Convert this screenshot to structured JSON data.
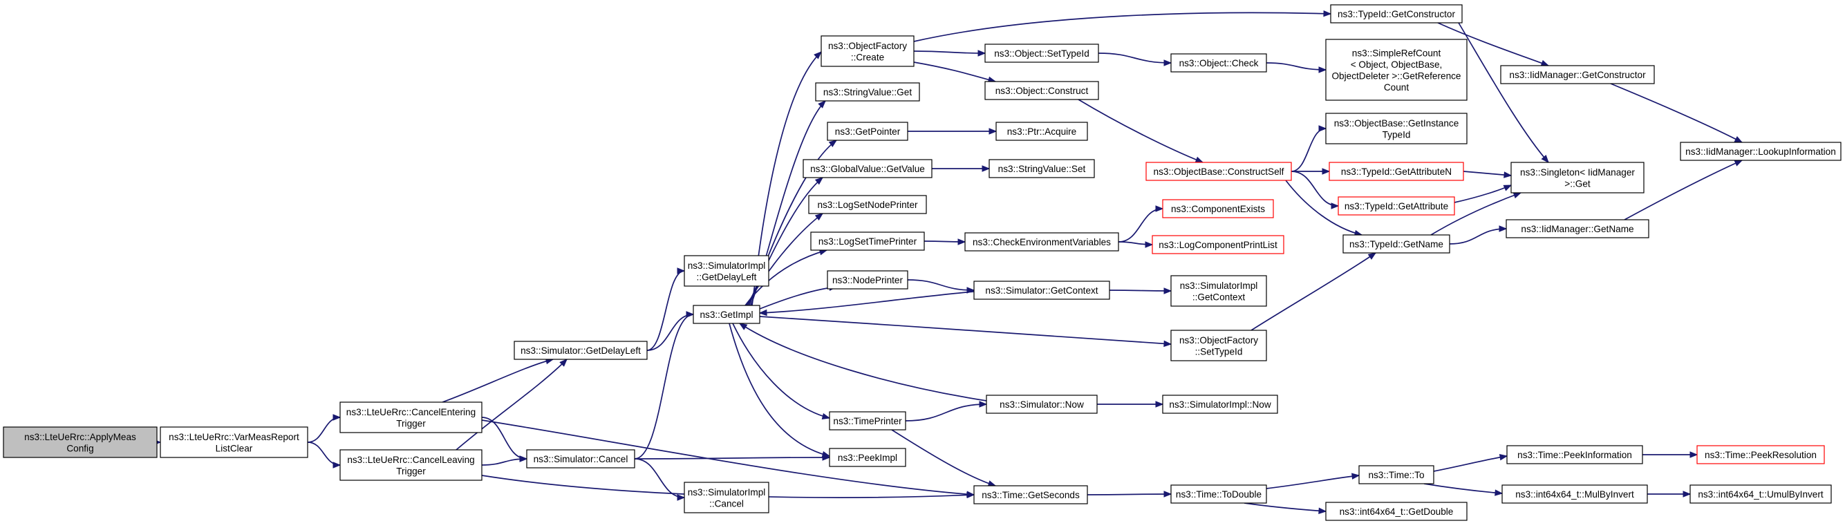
{
  "diagram": {
    "type": "call-graph",
    "colors": {
      "edge": "#191970",
      "node_border": "#000000",
      "node_border_truncated": "#ff0000",
      "root_fill": "#bfbfbf",
      "node_fill": "#ffffff"
    },
    "nodes": [
      {
        "id": "applymeas",
        "lines": [
          "ns3::LteUeRrc::ApplyMeas",
          "Config"
        ],
        "style": "root"
      },
      {
        "id": "varmeas",
        "lines": [
          "ns3::LteUeRrc::VarMeasReport",
          "ListClear"
        ],
        "style": "normal"
      },
      {
        "id": "cancelentering",
        "lines": [
          "ns3::LteUeRrc::CancelEntering",
          "Trigger"
        ],
        "style": "normal"
      },
      {
        "id": "cancelleaving",
        "lines": [
          "ns3::LteUeRrc::CancelLeaving",
          "Trigger"
        ],
        "style": "normal"
      },
      {
        "id": "getdelayleft",
        "lines": [
          "ns3::Simulator::GetDelayLeft"
        ],
        "style": "normal"
      },
      {
        "id": "simcancel",
        "lines": [
          "ns3::Simulator::Cancel"
        ],
        "style": "normal"
      },
      {
        "id": "impldelay",
        "lines": [
          "ns3::SimulatorImpl",
          "::GetDelayLeft"
        ],
        "style": "normal"
      },
      {
        "id": "getimpl",
        "lines": [
          "ns3::GetImpl"
        ],
        "style": "normal"
      },
      {
        "id": "implcancel",
        "lines": [
          "ns3::SimulatorImpl",
          "::Cancel"
        ],
        "style": "normal"
      },
      {
        "id": "objfactcreate",
        "lines": [
          "ns3::ObjectFactory",
          "::Create"
        ],
        "style": "normal"
      },
      {
        "id": "stringvalueget",
        "lines": [
          "ns3::StringValue::Get"
        ],
        "style": "normal"
      },
      {
        "id": "getpointer",
        "lines": [
          "ns3::GetPointer"
        ],
        "style": "normal"
      },
      {
        "id": "globalvalue",
        "lines": [
          "ns3::GlobalValue::GetValue"
        ],
        "style": "normal"
      },
      {
        "id": "lognodeprinter",
        "lines": [
          "ns3::LogSetNodePrinter"
        ],
        "style": "normal"
      },
      {
        "id": "logtimeprinter",
        "lines": [
          "ns3::LogSetTimePrinter"
        ],
        "style": "normal"
      },
      {
        "id": "nodeprinter",
        "lines": [
          "ns3::NodePrinter"
        ],
        "style": "normal"
      },
      {
        "id": "timeprinter",
        "lines": [
          "ns3::TimePrinter"
        ],
        "style": "normal"
      },
      {
        "id": "peekimpl",
        "lines": [
          "ns3::PeekImpl"
        ],
        "style": "normal"
      },
      {
        "id": "getseconds",
        "lines": [
          "ns3::Time::GetSeconds"
        ],
        "style": "normal"
      },
      {
        "id": "settypeid",
        "lines": [
          "ns3::Object::SetTypeId"
        ],
        "style": "normal"
      },
      {
        "id": "objconstruct",
        "lines": [
          "ns3::Object::Construct"
        ],
        "style": "normal"
      },
      {
        "id": "ptracquire",
        "lines": [
          "ns3::Ptr::Acquire"
        ],
        "style": "normal"
      },
      {
        "id": "stringvalueset",
        "lines": [
          "ns3::StringValue::Set"
        ],
        "style": "normal"
      },
      {
        "id": "checkenv",
        "lines": [
          "ns3::CheckEnvironmentVariables"
        ],
        "style": "normal"
      },
      {
        "id": "simgetcontext",
        "lines": [
          "ns3::Simulator::GetContext"
        ],
        "style": "normal"
      },
      {
        "id": "simnow",
        "lines": [
          "ns3::Simulator::Now"
        ],
        "style": "normal"
      },
      {
        "id": "objectcheck",
        "lines": [
          "ns3::Object::Check"
        ],
        "style": "normal"
      },
      {
        "id": "constructself",
        "lines": [
          "ns3::ObjectBase::ConstructSelf"
        ],
        "style": "truncated"
      },
      {
        "id": "componentexists",
        "lines": [
          "ns3::ComponentExists"
        ],
        "style": "truncated"
      },
      {
        "id": "logcomplist",
        "lines": [
          "ns3::LogComponentPrintList"
        ],
        "style": "truncated"
      },
      {
        "id": "implgetcontext",
        "lines": [
          "ns3::SimulatorImpl",
          "::GetContext"
        ],
        "style": "normal"
      },
      {
        "id": "objfactsettypeid",
        "lines": [
          "ns3::ObjectFactory",
          "::SetTypeId"
        ],
        "style": "normal"
      },
      {
        "id": "implnow",
        "lines": [
          "ns3::SimulatorImpl::Now"
        ],
        "style": "normal"
      },
      {
        "id": "todouble",
        "lines": [
          "ns3::Time::ToDouble"
        ],
        "style": "normal"
      },
      {
        "id": "typeidgetconstructor",
        "lines": [
          "ns3::TypeId::GetConstructor"
        ],
        "style": "normal"
      },
      {
        "id": "simplerefcount",
        "lines": [
          "ns3::SimpleRefCount",
          "< Object, ObjectBase,",
          "ObjectDeleter >::GetReference",
          "Count"
        ],
        "style": "normal"
      },
      {
        "id": "getinstancetypeid",
        "lines": [
          "ns3::ObjectBase::GetInstance",
          "TypeId"
        ],
        "style": "normal"
      },
      {
        "id": "getattributen",
        "lines": [
          "ns3::TypeId::GetAttributeN"
        ],
        "style": "truncated"
      },
      {
        "id": "getattribute",
        "lines": [
          "ns3::TypeId::GetAttribute"
        ],
        "style": "truncated"
      },
      {
        "id": "typeidgetname",
        "lines": [
          "ns3::TypeId::GetName"
        ],
        "style": "normal"
      },
      {
        "id": "timeto",
        "lines": [
          "ns3::Time::To"
        ],
        "style": "normal"
      },
      {
        "id": "getdouble",
        "lines": [
          "ns3::int64x64_t::GetDouble"
        ],
        "style": "normal"
      },
      {
        "id": "iidgetconstructor",
        "lines": [
          "ns3::IidManager::GetConstructor"
        ],
        "style": "normal"
      },
      {
        "id": "singleton",
        "lines": [
          "ns3::Singleton< IidManager",
          ">::Get"
        ],
        "style": "normal"
      },
      {
        "id": "iidgetname",
        "lines": [
          "ns3::IidManager::GetName"
        ],
        "style": "normal"
      },
      {
        "id": "peekinformation",
        "lines": [
          "ns3::Time::PeekInformation"
        ],
        "style": "normal"
      },
      {
        "id": "mulbyinvert",
        "lines": [
          "ns3::int64x64_t::MulByInvert"
        ],
        "style": "normal"
      },
      {
        "id": "lookupinformation",
        "lines": [
          "ns3::IidManager::LookupInformation"
        ],
        "style": "normal"
      },
      {
        "id": "peekresolution",
        "lines": [
          "ns3::Time::PeekResolution"
        ],
        "style": "truncated"
      },
      {
        "id": "umulbyinvert",
        "lines": [
          "ns3::int64x64_t::UmulByInvert"
        ],
        "style": "normal"
      }
    ],
    "edges": [
      {
        "from": "applymeas",
        "to": "varmeas"
      },
      {
        "from": "varmeas",
        "to": "cancelentering"
      },
      {
        "from": "varmeas",
        "to": "cancelleaving"
      },
      {
        "from": "cancelentering",
        "to": "getdelayleft"
      },
      {
        "from": "cancelentering",
        "to": "simcancel"
      },
      {
        "from": "cancelentering",
        "to": "getseconds"
      },
      {
        "from": "cancelleaving",
        "to": "getdelayleft"
      },
      {
        "from": "cancelleaving",
        "to": "simcancel"
      },
      {
        "from": "cancelleaving",
        "to": "getseconds"
      },
      {
        "from": "getdelayleft",
        "to": "impldelay"
      },
      {
        "from": "getdelayleft",
        "to": "getimpl"
      },
      {
        "from": "simcancel",
        "to": "getimpl"
      },
      {
        "from": "simcancel",
        "to": "implcancel"
      },
      {
        "from": "simcancel",
        "to": "peekimpl"
      },
      {
        "from": "getimpl",
        "to": "objfactcreate"
      },
      {
        "from": "getimpl",
        "to": "stringvalueget"
      },
      {
        "from": "getimpl",
        "to": "getpointer"
      },
      {
        "from": "getimpl",
        "to": "globalvalue"
      },
      {
        "from": "getimpl",
        "to": "lognodeprinter"
      },
      {
        "from": "getimpl",
        "to": "logtimeprinter"
      },
      {
        "from": "getimpl",
        "to": "nodeprinter"
      },
      {
        "from": "getimpl",
        "to": "timeprinter"
      },
      {
        "from": "getimpl",
        "to": "peekimpl"
      },
      {
        "from": "getimpl",
        "to": "objfactsettypeid"
      },
      {
        "from": "objfactcreate",
        "to": "typeidgetconstructor"
      },
      {
        "from": "objfactcreate",
        "to": "settypeid"
      },
      {
        "from": "objfactcreate",
        "to": "objconstruct"
      },
      {
        "from": "settypeid",
        "to": "objectcheck"
      },
      {
        "from": "objectcheck",
        "to": "simplerefcount"
      },
      {
        "from": "objconstruct",
        "to": "constructself"
      },
      {
        "from": "getpointer",
        "to": "ptracquire"
      },
      {
        "from": "globalvalue",
        "to": "stringvalueset"
      },
      {
        "from": "logtimeprinter",
        "to": "checkenv"
      },
      {
        "from": "checkenv",
        "to": "componentexists"
      },
      {
        "from": "checkenv",
        "to": "logcomplist"
      },
      {
        "from": "nodeprinter",
        "to": "simgetcontext"
      },
      {
        "from": "simgetcontext",
        "to": "getimpl"
      },
      {
        "from": "simgetcontext",
        "to": "implgetcontext"
      },
      {
        "from": "timeprinter",
        "to": "simnow"
      },
      {
        "from": "timeprinter",
        "to": "getseconds"
      },
      {
        "from": "simnow",
        "to": "getimpl"
      },
      {
        "from": "simnow",
        "to": "implnow"
      },
      {
        "from": "constructself",
        "to": "getinstancetypeid"
      },
      {
        "from": "constructself",
        "to": "getattributen"
      },
      {
        "from": "constructself",
        "to": "getattribute"
      },
      {
        "from": "constructself",
        "to": "typeidgetname"
      },
      {
        "from": "objfactsettypeid",
        "to": "typeidgetname"
      },
      {
        "from": "getattributen",
        "to": "singleton"
      },
      {
        "from": "getattribute",
        "to": "singleton"
      },
      {
        "from": "typeidgetname",
        "to": "singleton"
      },
      {
        "from": "typeidgetname",
        "to": "iidgetname"
      },
      {
        "from": "typeidgetconstructor",
        "to": "iidgetconstructor"
      },
      {
        "from": "typeidgetconstructor",
        "to": "singleton"
      },
      {
        "from": "iidgetconstructor",
        "to": "lookupinformation"
      },
      {
        "from": "iidgetname",
        "to": "lookupinformation"
      },
      {
        "from": "getseconds",
        "to": "todouble"
      },
      {
        "from": "todouble",
        "to": "timeto"
      },
      {
        "from": "todouble",
        "to": "getdouble"
      },
      {
        "from": "timeto",
        "to": "peekinformation"
      },
      {
        "from": "timeto",
        "to": "mulbyinvert"
      },
      {
        "from": "peekinformation",
        "to": "peekresolution"
      },
      {
        "from": "mulbyinvert",
        "to": "umulbyinvert"
      }
    ]
  }
}
